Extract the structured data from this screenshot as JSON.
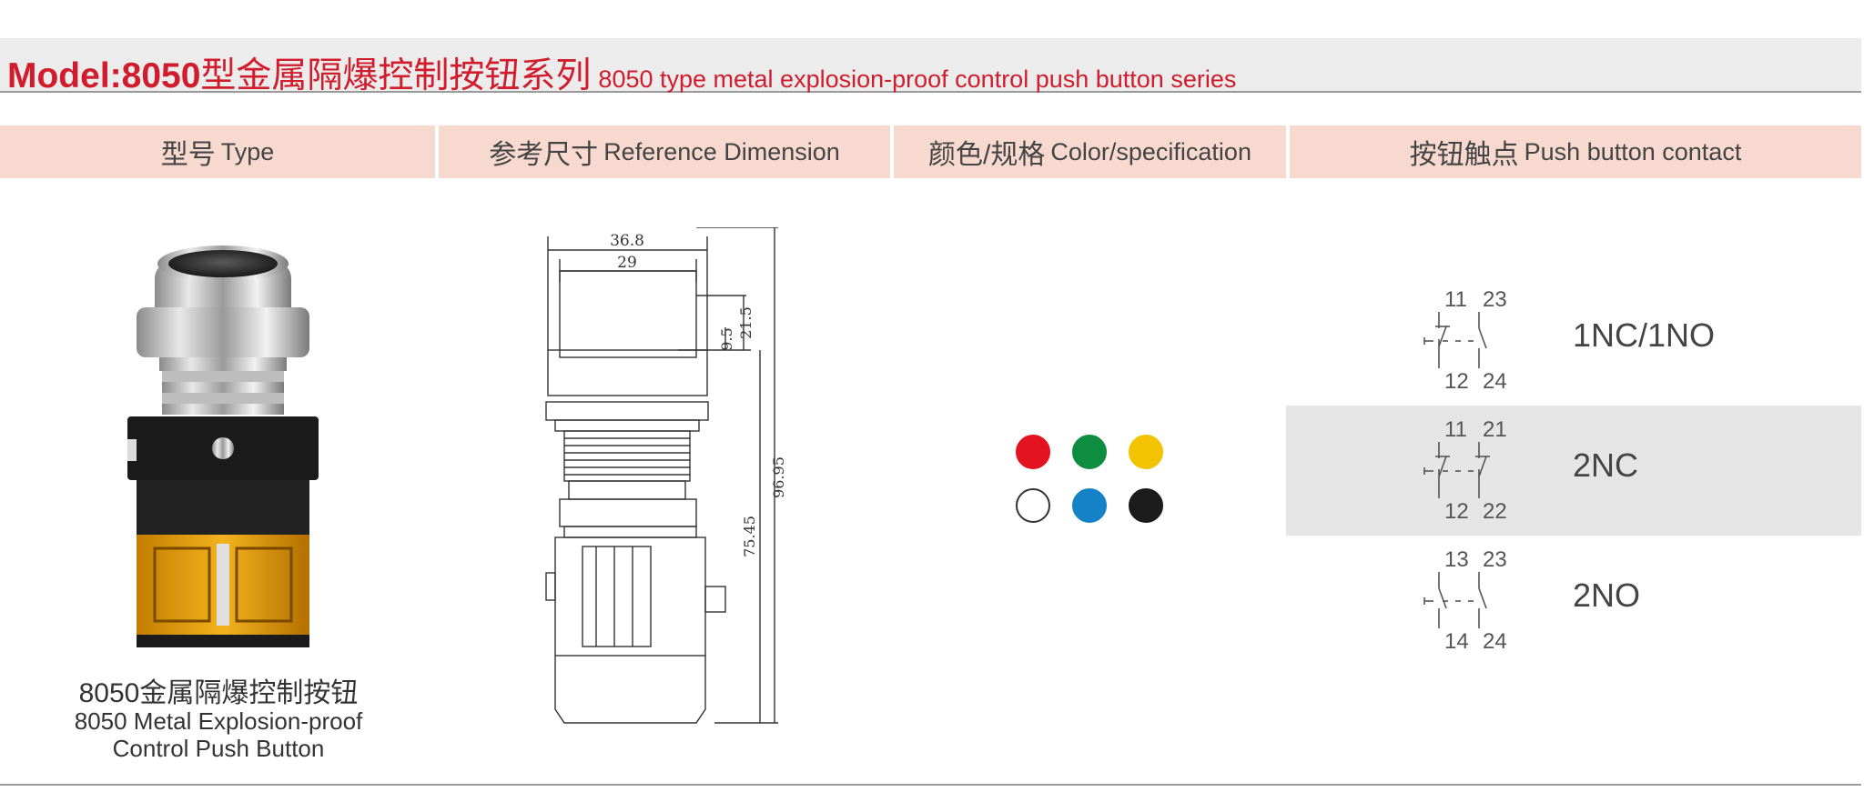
{
  "title": {
    "model_prefix": "Model:8050",
    "cn": "型金属隔爆控制按钮系列",
    "en": "8050 type metal explosion-proof control push button series"
  },
  "columns": [
    {
      "cn": "型号",
      "en": "Type"
    },
    {
      "cn": "参考尺寸",
      "en": "Reference Dimension"
    },
    {
      "cn": "颜色/规格",
      "en": "Color/specification"
    },
    {
      "cn": "按钮触点",
      "en": "Push button contact"
    }
  ],
  "product": {
    "caption_cn": "8050金属隔爆控制按钮",
    "caption_en_line1": "8050 Metal Explosion-proof",
    "caption_en_line2": "Control Push Button"
  },
  "dimensions": {
    "d1": "36.8",
    "d2": "29",
    "d3": "9.5",
    "d4": "21.5",
    "d5": "96.95",
    "d6": "75.45"
  },
  "colors": [
    "#e3131f",
    "#0e8c3f",
    "#f3c200",
    "#ffffff",
    "#1582c8",
    "#1c1c1c"
  ],
  "contacts": [
    {
      "left_top": "11",
      "left_bottom": "12",
      "right_top": "23",
      "right_bottom": "24",
      "label": "1NC/1NO"
    },
    {
      "left_top": "11",
      "left_bottom": "12",
      "right_top": "21",
      "right_bottom": "22",
      "label": "2NC"
    },
    {
      "left_top": "13",
      "left_bottom": "14",
      "right_top": "23",
      "right_bottom": "24",
      "label": "2NO"
    }
  ]
}
